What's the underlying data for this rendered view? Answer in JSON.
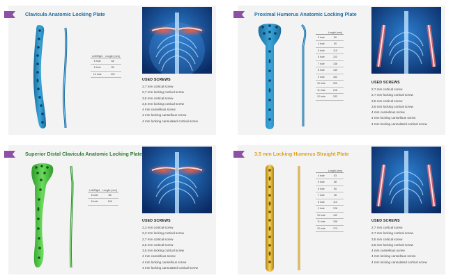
{
  "cards": [
    {
      "title": "Clavicula Anatomic Locking Plate",
      "title_color": "#1f6fa3",
      "plate_color": "#2a8fc6",
      "table": {
        "headers": [
          "Left/Right",
          "Length (mm)"
        ],
        "rows": [
          [
            "6 hole",
            "68"
          ],
          [
            "8 hole",
            "85"
          ],
          [
            "10 hole",
            "102"
          ]
        ]
      },
      "screws_header": "USED SCREWS",
      "screws": [
        "2,7 mm cortical screw",
        "2,7 mm locking cortical screw",
        "3,5 mm cortical screw",
        "3,5 mm locking cortical screw",
        "4 mm cansellous screw",
        "4 mm locking cansellous screw",
        "4 mm locking cannulated cortical screw"
      ]
    },
    {
      "title": "Proximal Humerus Anatomic Locking Plate",
      "title_color": "#1f6fa3",
      "plate_color": "#2a8fc6",
      "table": {
        "headers": [
          "",
          "Length (mm)"
        ],
        "rows": [
          [
            "3 hole",
            "80"
          ],
          [
            "4 hole",
            "90"
          ],
          [
            "5 hole",
            "110"
          ],
          [
            "6 hole",
            "123"
          ],
          [
            "7 hole",
            "136"
          ],
          [
            "8 hole",
            "149"
          ],
          [
            "9 hole",
            "162"
          ],
          [
            "10 hole",
            "200"
          ],
          [
            "11 hole",
            "216"
          ],
          [
            "12 hole",
            "232"
          ]
        ]
      },
      "screws_header": "USED SCREWS",
      "screws": [
        "2,7 mm cortical screw",
        "2,7 mm locking cortical screw",
        "3,5 mm cortical screw",
        "3,5 mm locking cortical screw",
        "4 mm cansellous screw",
        "4 mm locking cansellous screw",
        "4 mm locking cannulated cortical screw"
      ]
    },
    {
      "title": "Superior Distal Clavicula Anatomic Locking Plate",
      "title_color": "#2e7d32",
      "plate_color": "#45c23f",
      "table": {
        "headers": [
          "Left/Right",
          "Length (mm)"
        ],
        "rows": [
          [
            "6 hole",
            "88"
          ],
          [
            "8 hole",
            "106"
          ]
        ]
      },
      "screws_header": "USED SCREWS",
      "screws": [
        "2,3 mm cortical screw",
        "2,3 mm locking cortical screw",
        "2,7 mm cortical screw",
        "3,5 mm cortical screw",
        "3,5 mm locking cortical screw",
        "4 mm cansellous screw",
        "4 mm locking cansellous screw",
        "4 mm locking cannulated cortical screw"
      ]
    },
    {
      "title": "3.5 mm Locking Humerus Straight Plate",
      "title_color": "#e0a21c",
      "plate_color": "#e3b324",
      "table": {
        "headers": [
          "",
          "Length (mm)"
        ],
        "rows": [
          [
            "4 hole",
            "53"
          ],
          [
            "5 hole",
            "68"
          ],
          [
            "6 hole",
            "80"
          ],
          [
            "7 hole",
            "98"
          ],
          [
            "8 hole",
            "113"
          ],
          [
            "9 hole",
            "126"
          ],
          [
            "10 hole",
            "142"
          ],
          [
            "11 hole",
            "158"
          ],
          [
            "12 hole",
            "173"
          ]
        ]
      },
      "screws_header": "USED SCREWS",
      "screws": [
        "2,7 mm cortical screw",
        "2,7 mm locking cortical screw",
        "3,5 mm cortical screw",
        "3,5 mm locking cortical screw",
        "4 mm cansellous screw",
        "4 mm locking cansellous screw",
        "4 mm locking cannulated cortical screw"
      ]
    }
  ],
  "accent_tab_color": "#8e4fa6",
  "icons": {
    "tab": "ribbon-tab-icon",
    "xray": "anatomy-xray-image",
    "plate": "bone-plate-image"
  }
}
